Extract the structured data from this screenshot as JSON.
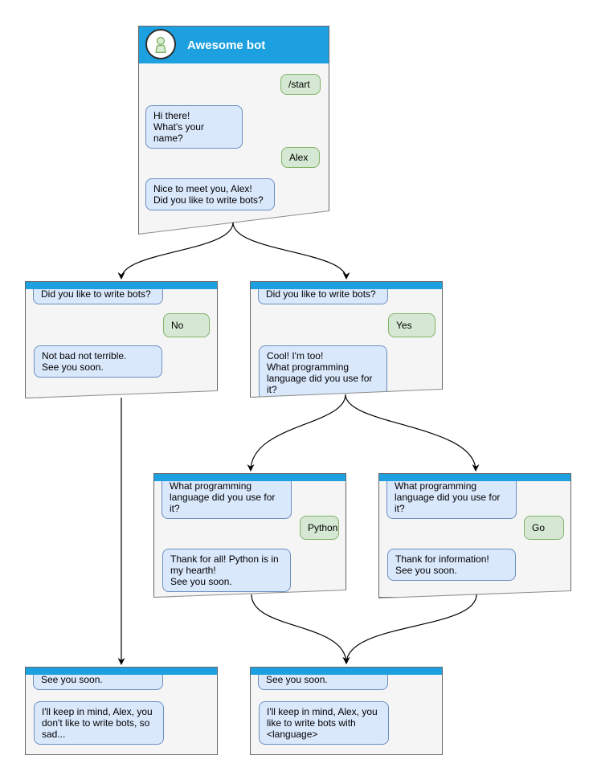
{
  "bot": {
    "name": "Awesome bot"
  },
  "colors": {
    "header_blue": "#1ca0e0",
    "box_bg": "#f5f5f5",
    "box_border": "#666666",
    "bot_bubble_fill": "#dae8fc",
    "bot_bubble_border": "#6c8ebf",
    "user_bubble_fill": "#d5e8d4",
    "user_bubble_border": "#82b366",
    "connector": "#000000"
  },
  "icons": {
    "avatar": "person-icon"
  },
  "main_chat": {
    "title": "Awesome bot",
    "messages": [
      {
        "from": "user",
        "text": "/start"
      },
      {
        "from": "bot",
        "text": "Hi there!\nWhat's your name?"
      },
      {
        "from": "user",
        "text": "Alex"
      },
      {
        "from": "bot",
        "text": "Nice to meet you, Alex!\nDid you like to write bots?"
      }
    ]
  },
  "branches": {
    "no": {
      "question": "Did you like to write bots?",
      "answer": "No",
      "reply": "Not bad not terrible.\nSee you soon."
    },
    "yes": {
      "question": "Did you like to write bots?",
      "answer": "Yes",
      "reply": "Cool! I'm too!\nWhat programming\nlanguage did you use for it?"
    },
    "python": {
      "question": "What programming\nlanguage did you use for it?",
      "answer": "Python",
      "reply": "Thank for all! Python is in\nmy hearth!\nSee you soon."
    },
    "go": {
      "question": "What programming\nlanguage did you use for it?",
      "answer": "Go",
      "reply": "Thank for information!\nSee you soon."
    },
    "end_no": {
      "question": "See you soon.",
      "reply": "I'll keep in mind, Alex, you\ndon't like to write bots, so\nsad..."
    },
    "end_yes": {
      "question": "See you soon.",
      "reply": "I'll keep in mind, Alex, you\nlike to write bots with\n<language>"
    }
  }
}
